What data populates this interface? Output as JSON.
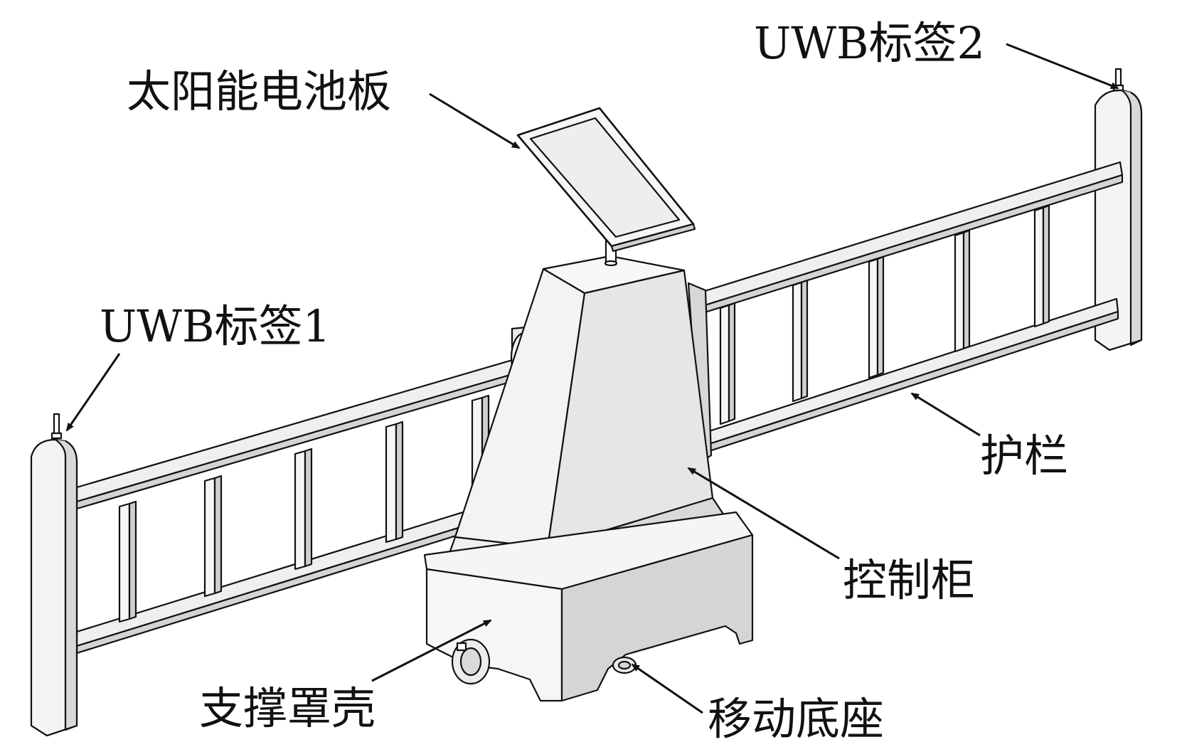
{
  "labels": {
    "solar_panel": "太阳能电池板",
    "uwb_tag_1": "UWB标签1",
    "uwb_tag_2": "UWB标签2",
    "guardrail": "护栏",
    "control_cabinet": "控制柜",
    "support_cover": "支撑罩壳",
    "mobile_base": "移动底座"
  },
  "colors": {
    "line": "#111111",
    "face_light": "#f6f6f6",
    "face_mid": "#e2e2e2",
    "face_dark": "#c9c9c9",
    "panel_glass": "#f2f2f2"
  }
}
